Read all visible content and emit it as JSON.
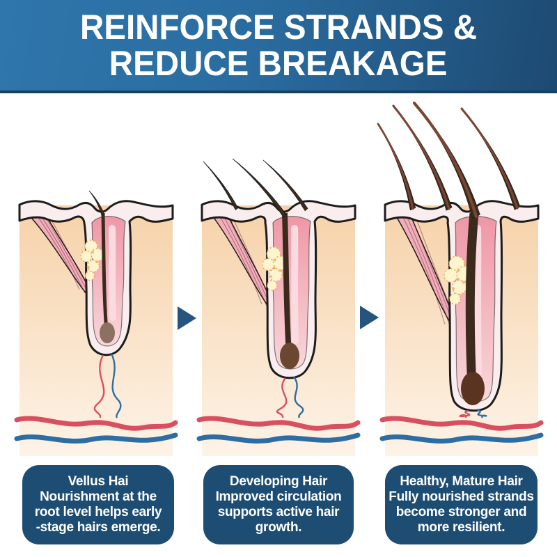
{
  "header": {
    "title_line1": "REINFORCE STRANDS &",
    "title_line2": "REDUCE BREAKAGE"
  },
  "stages": [
    {
      "id": "vellus",
      "caption": [
        "Vellus Hai",
        "Nourishment at the",
        "root level helps early",
        "-stage hairs emerge."
      ]
    },
    {
      "id": "developing",
      "caption": [
        "Developing Hair",
        "Improved circulation",
        "supports active hair",
        "growth."
      ]
    },
    {
      "id": "mature",
      "caption": [
        "Healthy, Mature Hair",
        "Fully nourished strands",
        "become stronger and",
        "more resilient."
      ]
    }
  ],
  "icons": {
    "stage_arrow": "right-triangle"
  },
  "colors": {
    "banner_left": "#2f76ac",
    "banner_right": "#1d4a72",
    "banner_edge": "#173f60",
    "caption_box": "#1d4d73",
    "arrow_blue": "#25557f",
    "peach_top": "#f6d2a9",
    "peach_bottom": "#fdf3e7",
    "epidermis_cream": "#f9edee",
    "outline_black": "#1c1c1c",
    "pink_top": "#ef97a6",
    "pink_bottom": "#f8d7da",
    "muscle_pink": "#f2aeb9",
    "gland_fill": "#fdf4d0",
    "gland_stroke": "#efa855",
    "hair_dark": "#3c2a1d",
    "hair_core": "#7b4631",
    "bulb_vellus": "#8d7061",
    "bulb_developing": "#6b4631",
    "bulb_mature": "#5a3421",
    "vessel_red": "#d8505f",
    "vessel_blue": "#2e6da4"
  }
}
